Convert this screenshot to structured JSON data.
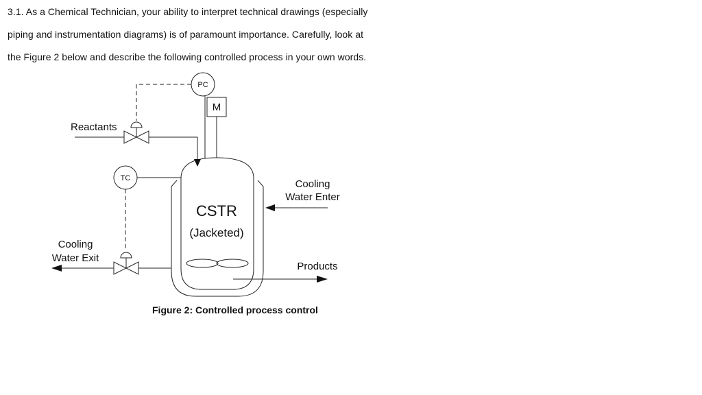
{
  "question": {
    "lines": [
      "3.1. As a Chemical Technician, your ability to interpret technical drawings (especially",
      "piping and instrumentation diagrams) is of paramount importance. Carefully, look at",
      "the Figure 2 below and describe the following controlled process in your own words."
    ]
  },
  "diagram": {
    "labels": {
      "pc": "PC",
      "motor": "M",
      "reactants": "Reactants",
      "tc": "TC",
      "cooling_enter_1": "Cooling",
      "cooling_enter_2": "Water Enter",
      "cooling_exit_1": "Cooling",
      "cooling_exit_2": "Water Exit",
      "reactor_name": "CSTR",
      "reactor_type": "(Jacketed)",
      "products": "Products"
    }
  },
  "caption": "Figure 2: Controlled process control"
}
